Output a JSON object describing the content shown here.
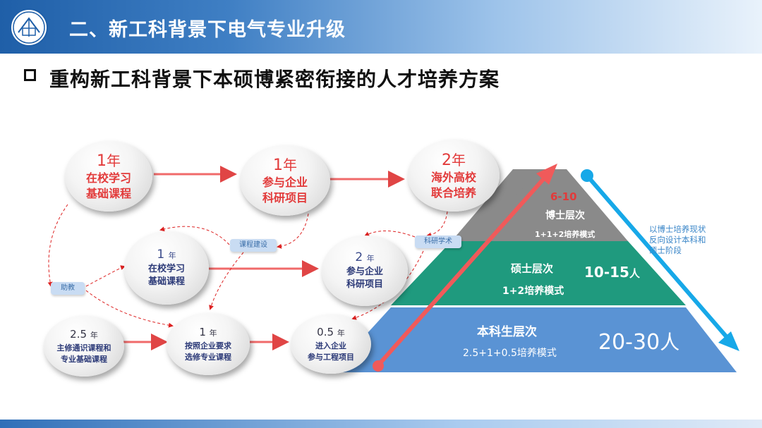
{
  "header": {
    "title": "二、新工科背景下电气专业升级",
    "logo": "university-seal"
  },
  "subtitle": "重构新工科背景下本硕博紧密衔接的人才培养方案",
  "flow": {
    "row1": [
      {
        "years": "1",
        "unit": "年",
        "line1": "在校学习",
        "line2": "基础课程"
      },
      {
        "years": "1",
        "unit": "年",
        "line1": "参与企业",
        "line2": "科研项目"
      },
      {
        "years": "2",
        "unit": "年",
        "line1": "海外高校",
        "line2": "联合培养"
      }
    ],
    "row2": [
      {
        "years": "1",
        "unit": "年",
        "line1": "在校学习",
        "line2": "基础课程"
      },
      {
        "years": "2",
        "unit": "年",
        "line1": "参与企业",
        "line2": "科研项目"
      }
    ],
    "row3": [
      {
        "years": "2.5",
        "unit": "年",
        "line1": "主修通识课程和",
        "line2": "专业基础课程"
      },
      {
        "years": "1",
        "unit": "年",
        "line1": "按照企业要求",
        "line2": "选修专业课程"
      },
      {
        "years": "0.5",
        "unit": "年",
        "line1": "进入企业",
        "line2": "参与工程项目"
      }
    ],
    "tags": {
      "course": "课程建设",
      "research": "科研学术",
      "assist": "助教"
    }
  },
  "pyramid": {
    "top": {
      "range": "6-10",
      "level": "博士层次",
      "mode": "1+1+2培养模式"
    },
    "mid": {
      "level": "硕士层次",
      "mode": "1+2培养模式",
      "count": "10-15",
      "unit": "人"
    },
    "base": {
      "level": "本科生层次",
      "mode": "2.5+1+0.5培养模式",
      "count": "20-30",
      "unit": "人"
    },
    "side_note": "以博士培养现状反向设计本科和硕士阶段",
    "colors": {
      "top": "#8a8a8a",
      "mid": "#1f9a7e",
      "base": "#5a93d4",
      "arrow_up": "#f05a5a",
      "arrow_down": "#17a8e8"
    }
  }
}
